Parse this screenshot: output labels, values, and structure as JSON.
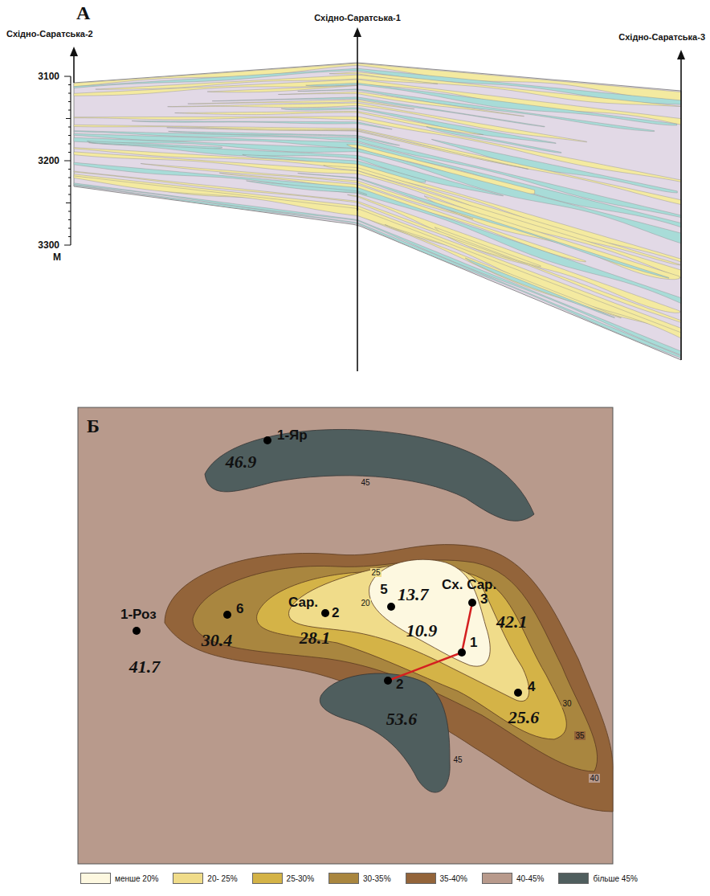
{
  "diagram": {
    "labels": [
      "А",
      "Східно-Саратська-2",
      "Східно-Саратська-1",
      "Східно-Саратська-3",
      "3100",
      "3200",
      "3300",
      "М",
      "Б",
      "1-Яр",
      "46.9",
      "45",
      "25",
      "20",
      "5",
      "13.7",
      "Сх. Сар.",
      "3",
      "42.1",
      "Сар.",
      "2",
      "28.1",
      "6",
      "30.4",
      "1-Роз",
      "41.7",
      "10.9",
      "1",
      "2",
      "53.6",
      "4",
      "25.6",
      "30",
      "35",
      "40",
      "45"
    ],
    "legend": [
      {
        "text": "менше 20%",
        "color": "#fdf8e0"
      },
      {
        "text": "20- 25%",
        "color": "#f0dc8a"
      },
      {
        "text": "25-30%",
        "color": "#d4b347"
      },
      {
        "text": "30-35%",
        "color": "#a9863f"
      },
      {
        "text": "35-40%",
        "color": "#93643a"
      },
      {
        "text": "40-45%",
        "color": "#b89a8c"
      },
      {
        "text": "більше 45%",
        "color": "#4f5e5e"
      }
    ]
  }
}
